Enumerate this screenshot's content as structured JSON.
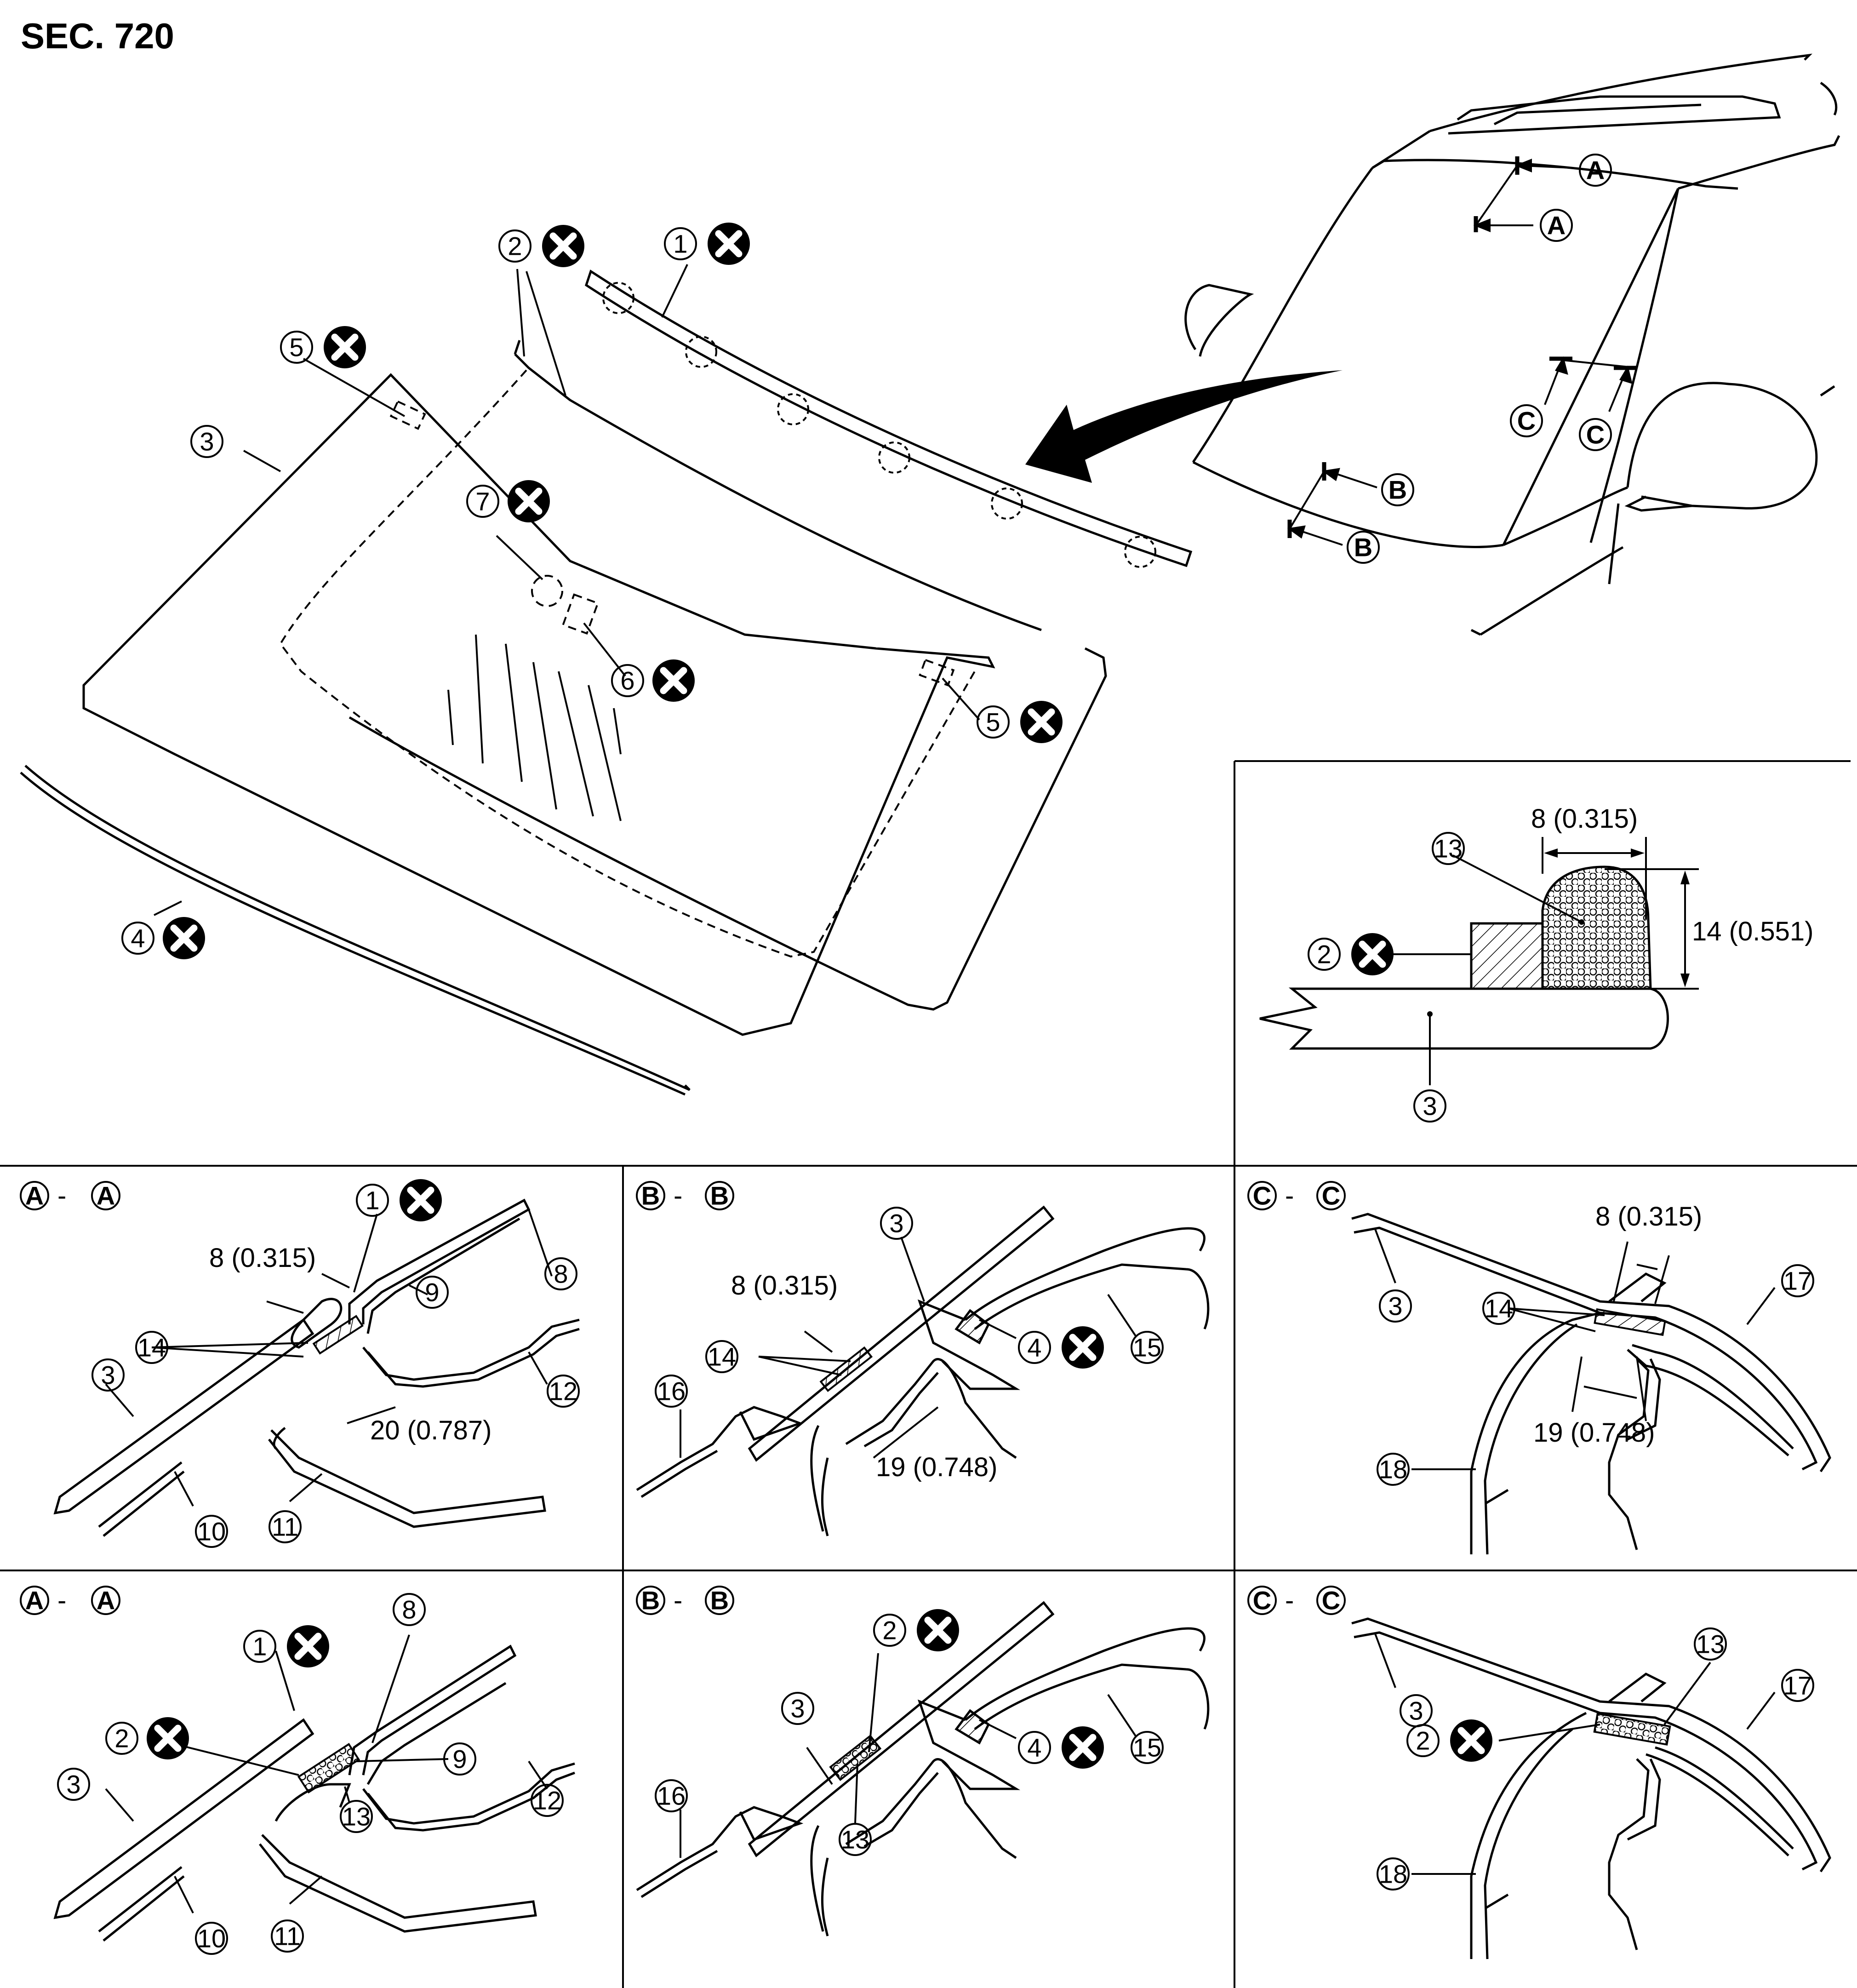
{
  "section": "SEC. 720",
  "dimensions": {
    "d8": "8 (0.315)",
    "d14": "14 (0.551)",
    "d19": "19 (0.748)",
    "d20": "20 (0.787)"
  },
  "callouts": [
    "1",
    "2",
    "3",
    "4",
    "5",
    "6",
    "7",
    "8",
    "9",
    "10",
    "11",
    "12",
    "13",
    "14",
    "15",
    "16",
    "17",
    "18"
  ],
  "section_letters": [
    "A",
    "B",
    "C"
  ],
  "section_titles": [
    "A - A",
    "B - B",
    "C - C"
  ],
  "icons": {
    "replace_mark": "x-circle-icon",
    "marker": "circled-number"
  }
}
